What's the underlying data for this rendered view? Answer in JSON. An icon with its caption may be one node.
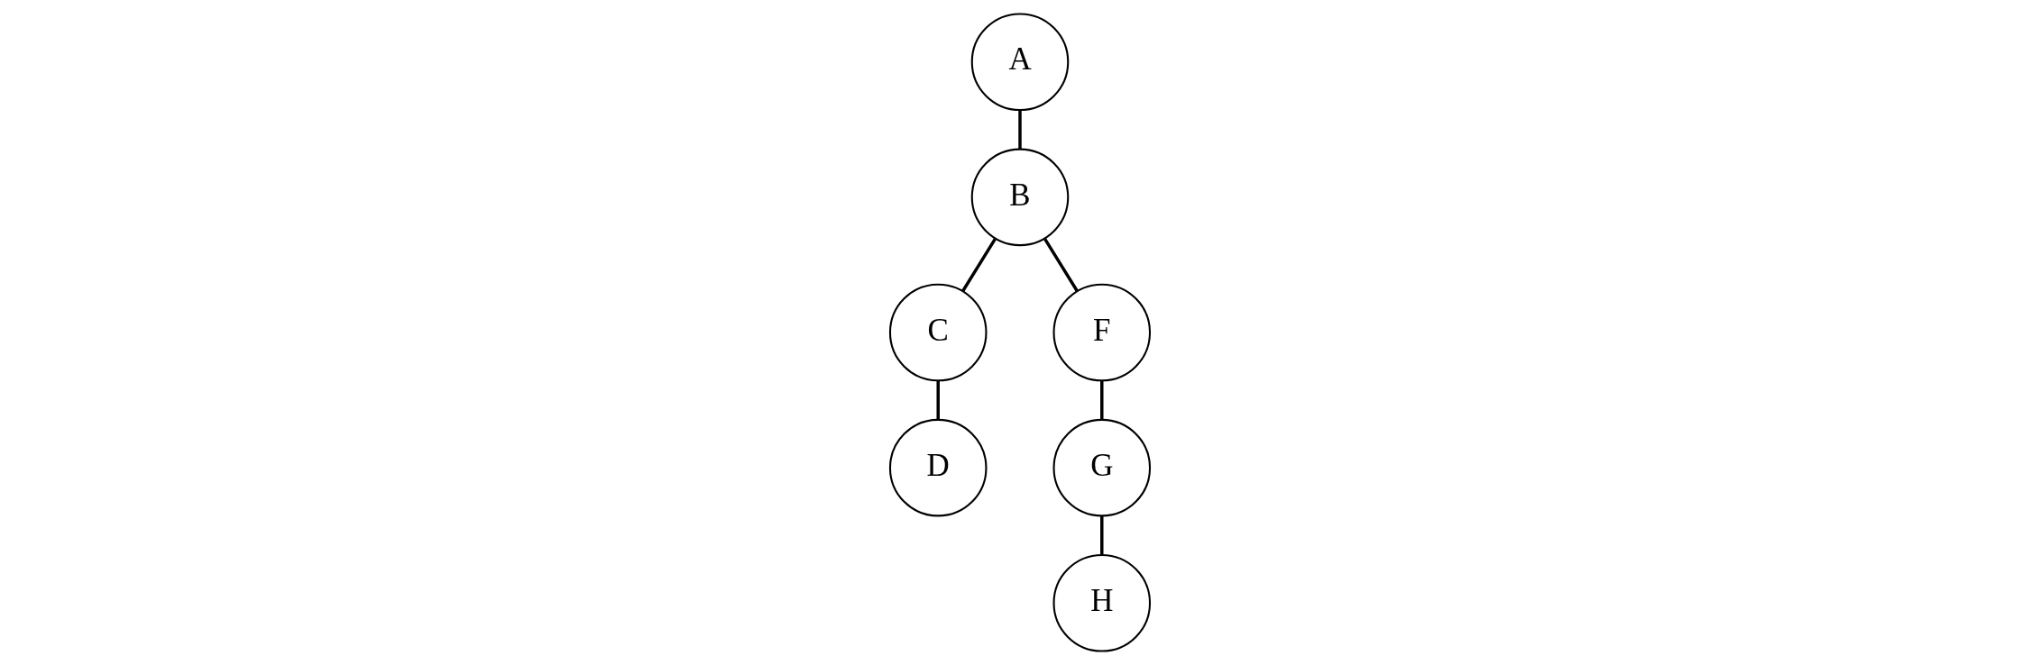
{
  "diagram": {
    "nodes": [
      {
        "text": [
          "A"
        ]
      },
      {
        "text": [
          "B"
        ]
      },
      {
        "text": [
          "C"
        ]
      },
      {
        "text": [
          "F"
        ]
      },
      {
        "text": [
          "D"
        ]
      },
      {
        "text": [
          "G"
        ]
      },
      {
        "text": [
          "H"
        ]
      }
    ],
    "edges": [
      {
        "from": 0,
        "to": 1,
        "arrow": "none"
      },
      {
        "from": 1,
        "to": 2,
        "arrow": "none"
      },
      {
        "from": 1,
        "to": 3,
        "arrow": "none"
      },
      {
        "from": 2,
        "to": 4,
        "arrow": "none"
      },
      {
        "from": 3,
        "to": 5,
        "arrow": "none"
      },
      {
        "from": 5,
        "to": 6,
        "arrow": "none"
      }
    ]
  }
}
